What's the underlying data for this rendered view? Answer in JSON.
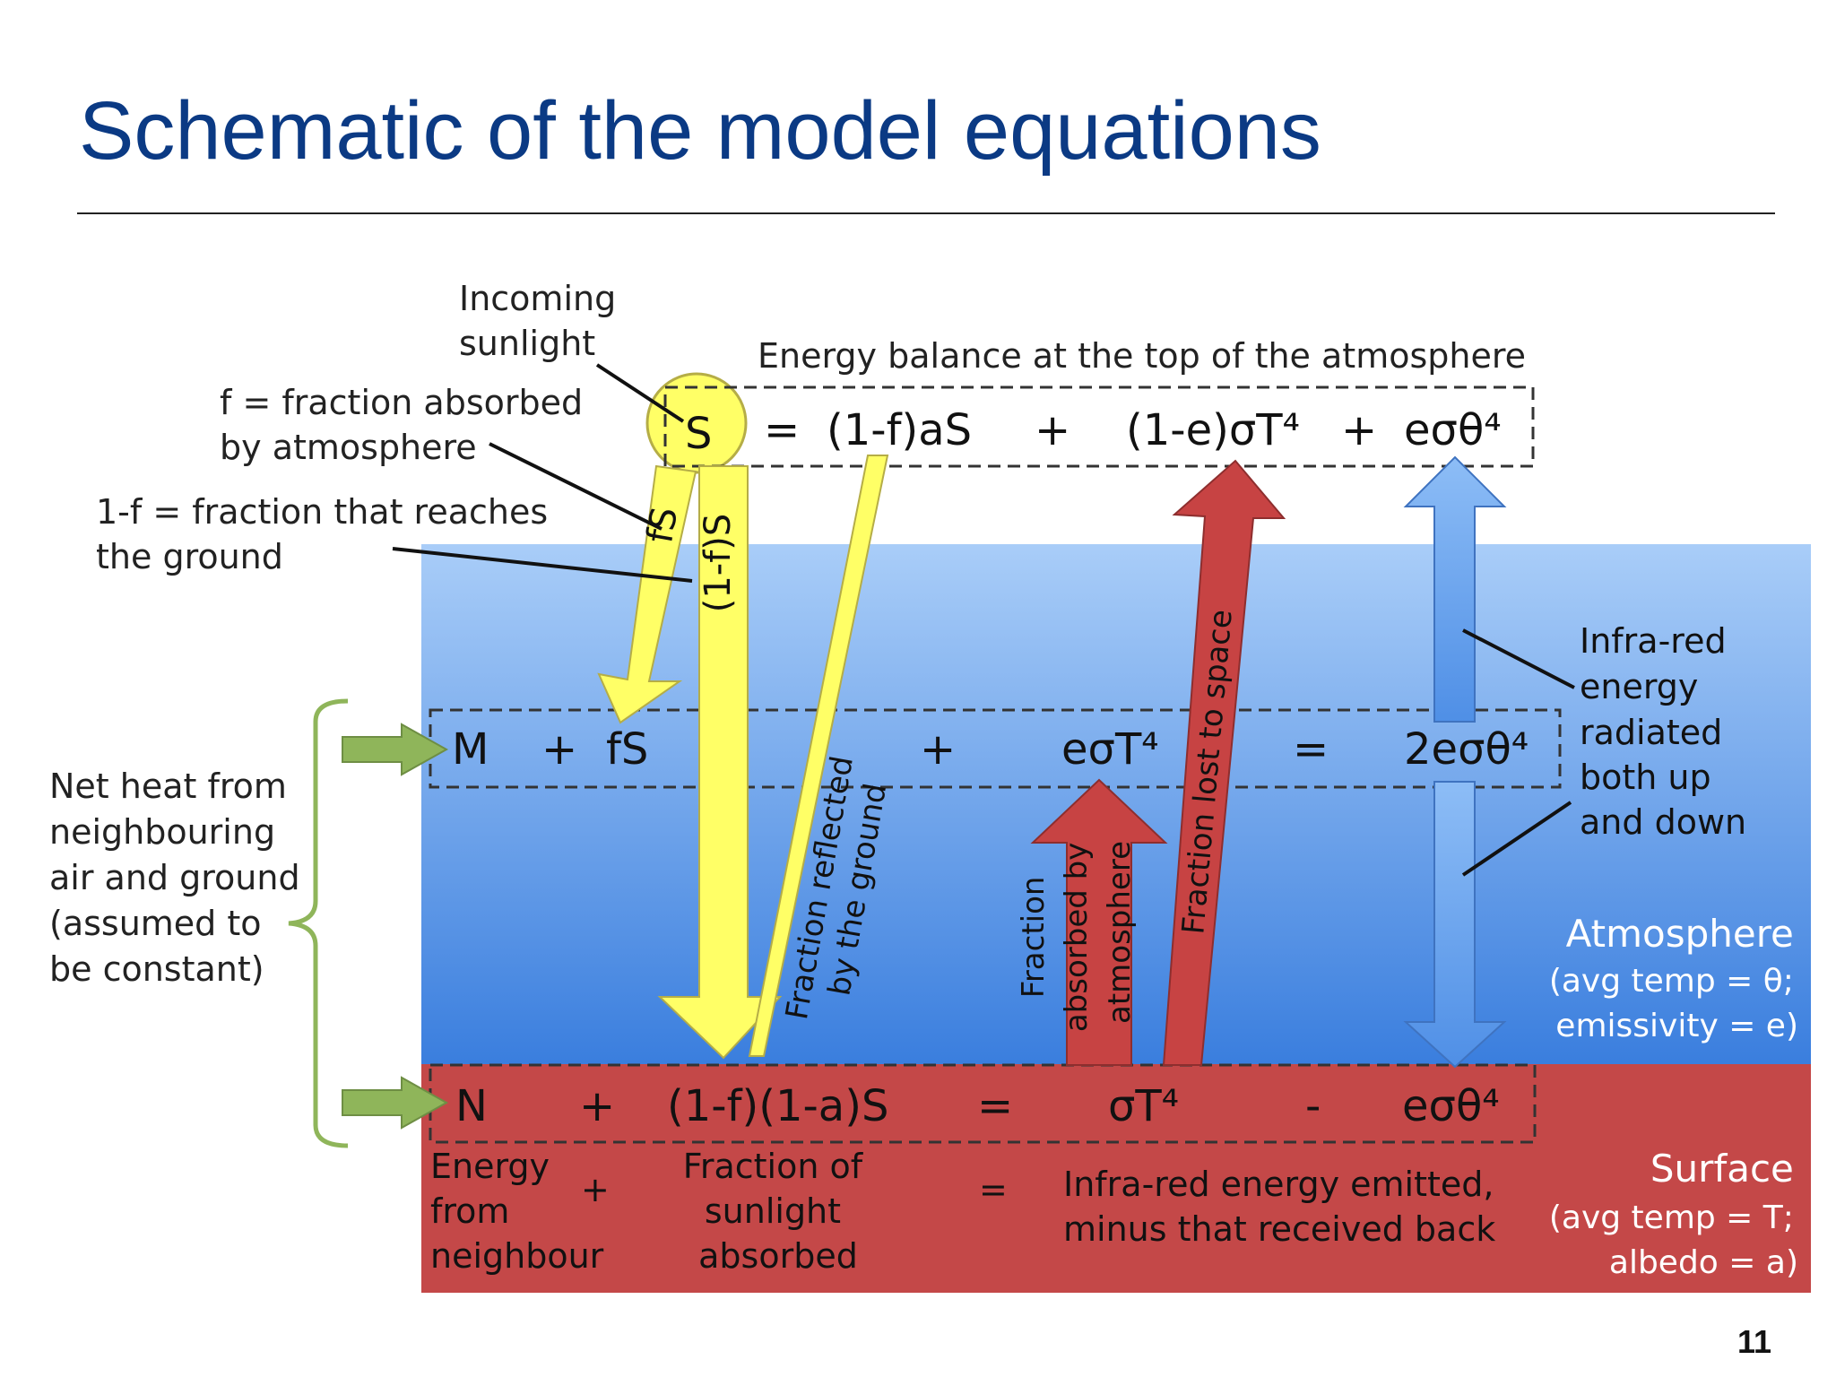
{
  "slide": {
    "title": "Schematic of the model equations",
    "page_number": "11"
  },
  "colors": {
    "title": "#0b3a84",
    "atmosphere_top": "#a9cdf8",
    "atmosphere_bottom": "#3a7ede",
    "surface": "#c44848",
    "sunlight": "#ffff66",
    "ir_arrow": "#c74343",
    "ir_two_way": "#6ea6ee",
    "neighbour_arrow": "#8fb55a"
  },
  "annotations": {
    "incoming_line1": "Incoming",
    "incoming_line2": "sunlight",
    "f_line1": "f = fraction absorbed",
    "f_line2": "by atmosphere",
    "onef_line1": "1-f = fraction that reaches",
    "onef_line2": "the ground",
    "top_balance_label": "Energy balance at the top of the atmosphere",
    "net_heat": [
      "Net heat from",
      "neighbouring",
      "air and ground",
      "(assumed to",
      "be constant)"
    ],
    "ir_radiated": [
      "Infra-red",
      "energy",
      "radiated",
      "both up",
      "and down"
    ]
  },
  "sun": {
    "symbol": "S"
  },
  "equations": {
    "top": {
      "eq": "=",
      "term1": "(1-f)aS",
      "plus1": "+",
      "term2": "(1-e)σT⁴",
      "plus2": "+",
      "term3": "eσθ⁴"
    },
    "atmos": {
      "m": "M",
      "plus1": "+",
      "term1": "fS",
      "plus2": "+",
      "term2": "eσT⁴",
      "eq": "=",
      "term3": "2eσθ⁴"
    },
    "surface": {
      "n": "N",
      "plus1": "+",
      "term1": "(1-f)(1-a)S",
      "eq": "=",
      "term2": "σT⁴",
      "minus": "-",
      "term3": "eσθ⁴"
    }
  },
  "arrows": {
    "fs": "fS",
    "one_minus_f_s": "(1-f)S",
    "reflected_line1": "Fraction reflected",
    "reflected_line2": "by the ground",
    "absorbed_line1": "Fraction",
    "absorbed_line2": "absorbed by",
    "absorbed_line3": "atmosphere",
    "lost": "Fraction lost to space"
  },
  "layers": {
    "atmosphere": {
      "name": "Atmosphere",
      "line1": "(avg temp = θ;",
      "line2": "emissivity = e)"
    },
    "surface": {
      "name": "Surface",
      "line1": "(avg temp = T;",
      "line2": "albedo = a)"
    }
  },
  "surface_labels": {
    "energy": [
      "Energy",
      "from",
      "neighbour"
    ],
    "plus": "+",
    "fraction": [
      "Fraction of",
      "sunlight",
      "absorbed"
    ],
    "eq": "=",
    "ir": [
      "Infra-red energy emitted,",
      "minus that received back"
    ]
  }
}
